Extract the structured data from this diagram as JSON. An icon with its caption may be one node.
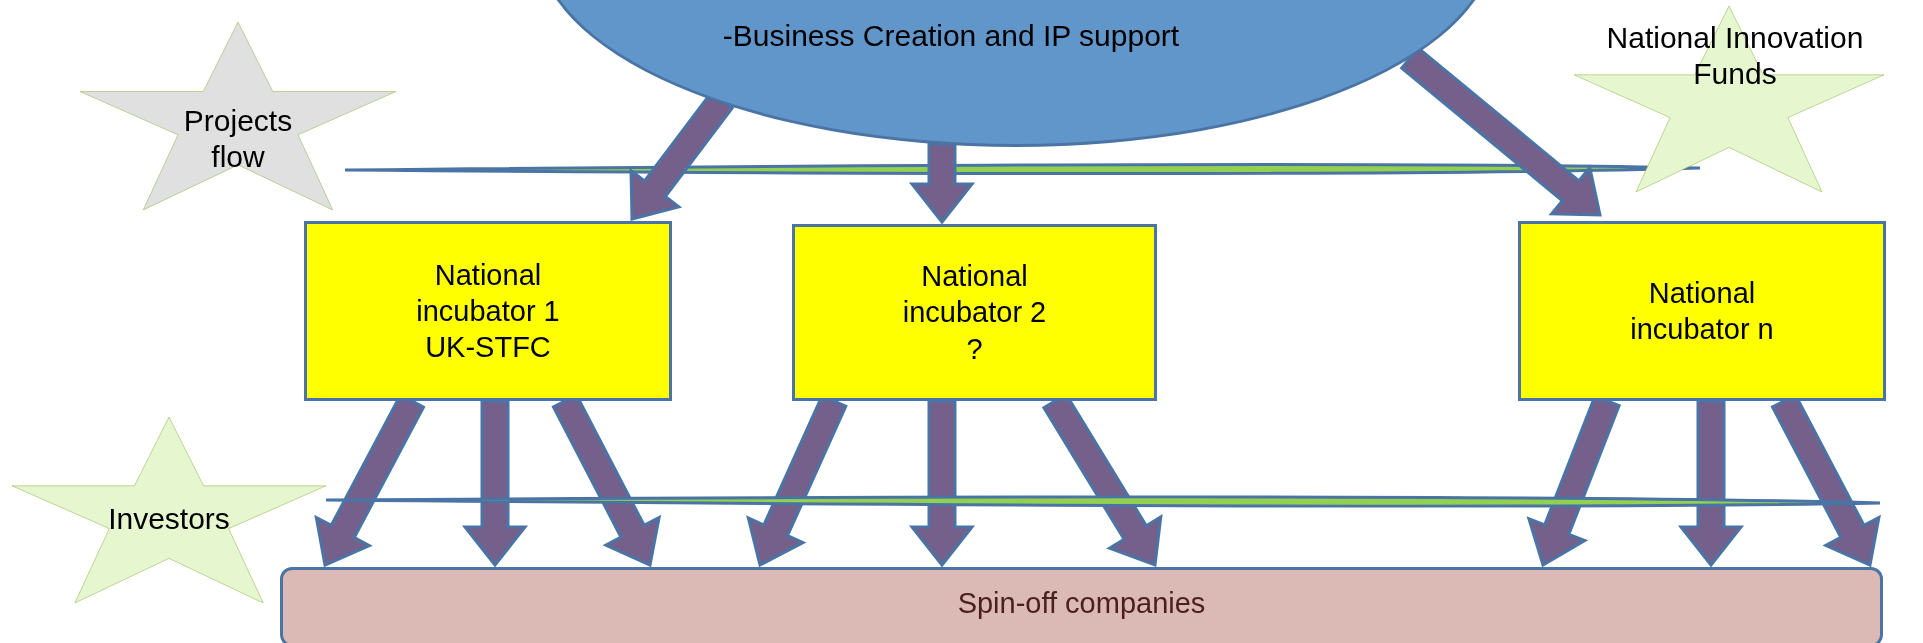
{
  "diagram": {
    "nodes": [
      {
        "text": [
          "-Business Creation and IP support"
        ]
      },
      {
        "text": [
          "Projects flow"
        ]
      },
      {
        "text": [
          "National Innovation Funds"
        ]
      },
      {
        "text": [
          "National incubator 1",
          "UK-STFC"
        ]
      },
      {
        "text": [
          "National incubator 2",
          "?"
        ]
      },
      {
        "text": [
          "National incubator n"
        ]
      },
      {
        "text": [
          "Investors"
        ]
      },
      {
        "text": [
          "Spin-off companies"
        ]
      }
    ],
    "edges": [
      {
        "from": 1,
        "to": 2,
        "arrow": "none",
        "color": "#92d050"
      },
      {
        "from": 0,
        "to": 3,
        "arrow": "to"
      },
      {
        "from": 0,
        "to": 4,
        "arrow": "to"
      },
      {
        "from": 0,
        "to": 5,
        "arrow": "to"
      },
      {
        "from": 3,
        "to": 7,
        "arrow": "to"
      },
      {
        "from": 3,
        "to": 7,
        "arrow": "to"
      },
      {
        "from": 3,
        "to": 7,
        "arrow": "to"
      },
      {
        "from": 4,
        "to": 7,
        "arrow": "to"
      },
      {
        "from": 4,
        "to": 7,
        "arrow": "to"
      },
      {
        "from": 4,
        "to": 7,
        "arrow": "to"
      },
      {
        "from": 5,
        "to": 7,
        "arrow": "to"
      },
      {
        "from": 5,
        "to": 7,
        "arrow": "to"
      },
      {
        "from": 5,
        "to": 7,
        "arrow": "to"
      }
    ]
  }
}
